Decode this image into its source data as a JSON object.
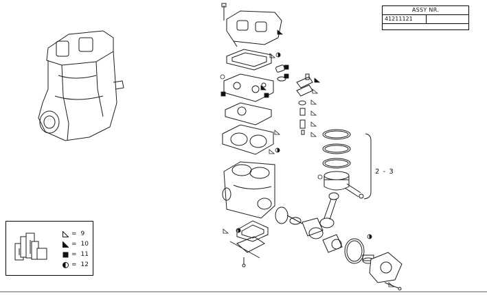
{
  "assy_table": {
    "header": "ASSY NR.",
    "number": "41211121",
    "extra": ""
  },
  "range_label": "2 - 3",
  "legend": [
    {
      "icon": "triangle-outline-icon",
      "eq": "=",
      "value": "9"
    },
    {
      "icon": "triangle-filled-icon",
      "eq": "=",
      "value": "10"
    },
    {
      "icon": "square-filled-icon",
      "eq": "=",
      "value": "11"
    },
    {
      "icon": "half-circle-icon",
      "eq": "=",
      "value": "12"
    }
  ],
  "colors": {
    "line": "#1a1a1a",
    "fill": "#ffffff",
    "shade": "#cfcfcf"
  }
}
